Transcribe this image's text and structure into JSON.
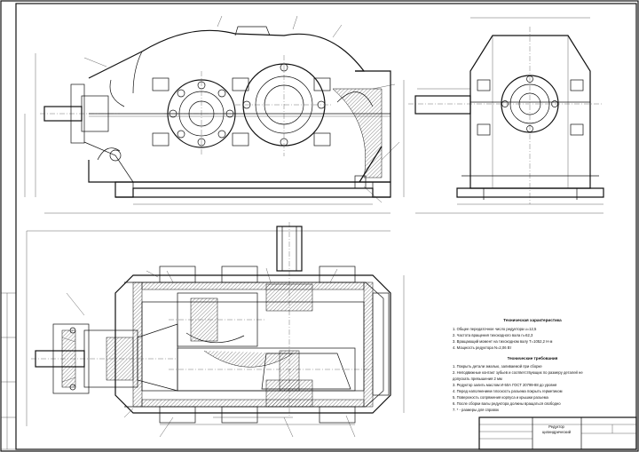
{
  "notes": {
    "spec_title": "Техническая характеристика",
    "spec_lines": [
      "1. Общее передаточное число редуктора u=12,5",
      "2. Частота вращения тихоходного вала n=62,3",
      "3. Вращающий момент на тихоходном валу Т=1052,2 Н·м",
      "4. Мощность редуктора N=2,06 Вт"
    ],
    "req_title": "Технические требования",
    "req_lines": [
      "1. Покрыть детали эмалью, заливаемой при сборке",
      "2. Неподвижные контакт зубьев и соответствующих по размеру деталей не",
      "   допускать превышения 2 мм",
      "3. Редуктор залить маслом И-50А ГОСТ 20799-88 до уровня",
      "4. Перед наполнением плоскость разъема покрыть герметиком",
      "5. Поверхность сопряжения корпуса и крышки разъема",
      "6. После сборки валы редуктора должны вращаться свободно",
      "7. * - размеры для справок"
    ]
  },
  "title_block": {
    "name_line_1": "Редуктор",
    "name_line_2": "цилиндрический"
  }
}
